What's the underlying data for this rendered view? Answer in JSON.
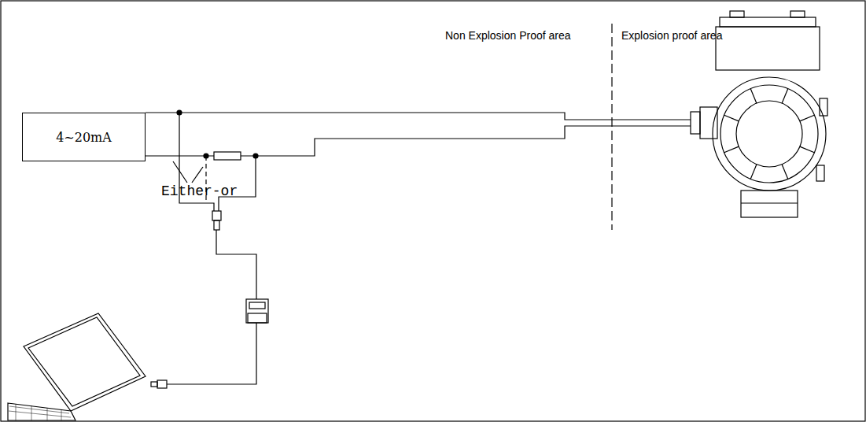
{
  "diagram": {
    "nodes": [
      {
        "text": [
          "4~20mA"
        ]
      }
    ],
    "labels": [
      "Non Explosion Proof area",
      "Explosion proof area",
      "Either-or"
    ]
  }
}
